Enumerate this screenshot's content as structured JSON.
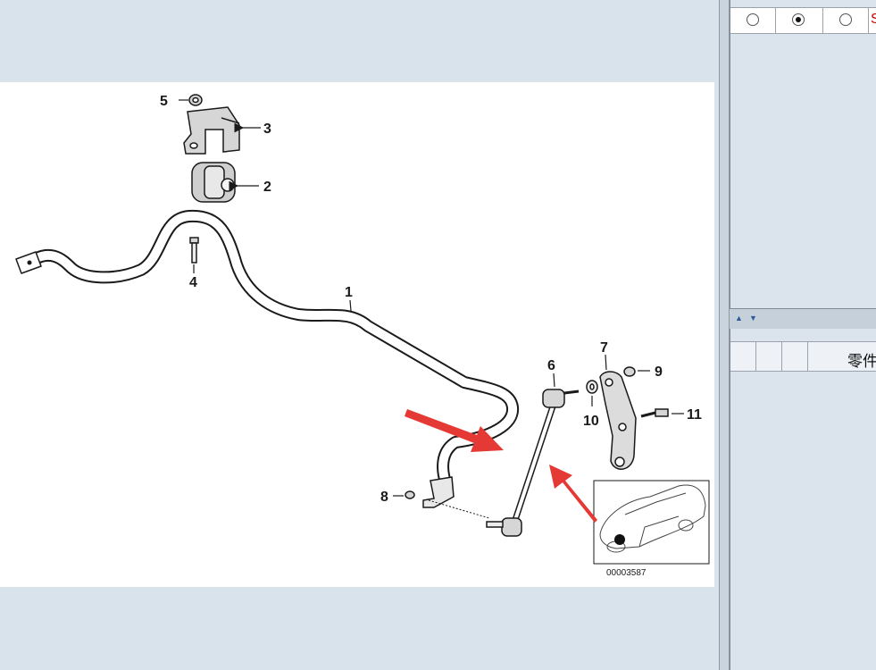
{
  "diagram": {
    "callouts": [
      "1",
      "2",
      "3",
      "4",
      "5",
      "6",
      "7",
      "8",
      "9",
      "10",
      "11"
    ],
    "image_id": "00003587"
  },
  "right_panel": {
    "radio_options": [
      {
        "selected": false
      },
      {
        "selected": true
      },
      {
        "selected": false
      }
    ],
    "truncated_red_text": "S",
    "grid_header_label": "零件"
  },
  "colors": {
    "background": "#d9e3ec",
    "diagram_bg": "#ffffff",
    "arrow_red": "#e53935",
    "line": "#1a1a1a"
  },
  "icons": [
    "scroll-up-icon",
    "scroll-down-icon",
    "pointer-arrow-icon"
  ]
}
